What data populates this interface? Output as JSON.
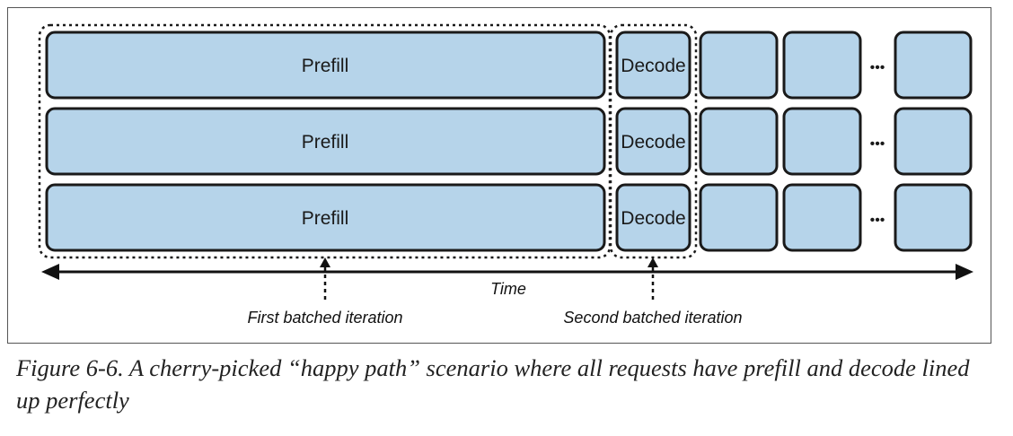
{
  "diagram": {
    "rows": [
      {
        "prefill_label": "Prefill",
        "decode_label": "Decode",
        "ellipsis": "•••"
      },
      {
        "prefill_label": "Prefill",
        "decode_label": "Decode",
        "ellipsis": "•••"
      },
      {
        "prefill_label": "Prefill",
        "decode_label": "Decode",
        "ellipsis": "•••"
      }
    ],
    "time_label": "Time",
    "first_iteration_label": "First batched iteration",
    "second_iteration_label": "Second batched iteration",
    "colors": {
      "box_fill": "#b6d4ea",
      "box_stroke": "#1a1a1a"
    }
  },
  "caption": "Figure 6-6. A cherry-picked “happy path” scenario where all requests have prefill and decode lined up perfectly"
}
